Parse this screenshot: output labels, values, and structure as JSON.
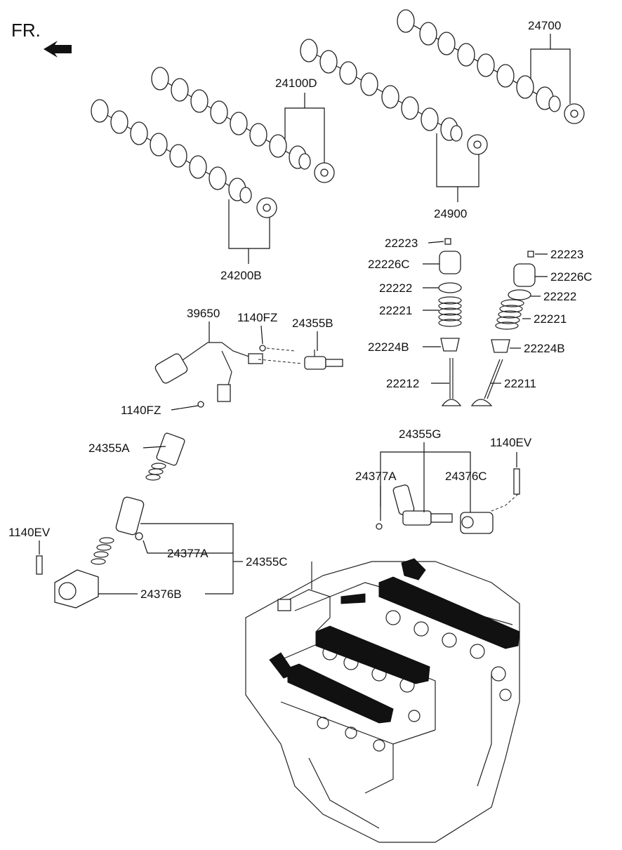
{
  "diagram": {
    "orientation": "FR.",
    "labels": {
      "camshaft_exhaust_rh": "24700",
      "camshaft_intake_lh": "24100D",
      "camshaft_intake_rh": "24900",
      "camshaft_exhaust_lh": "24200B",
      "retainer_lock_r": "22223",
      "retainer_r": "22226C",
      "spring_seat_r": "22222",
      "valve_spring_r": "22221",
      "stem_seal_r": "22224B",
      "exhaust_valve": "22212",
      "retainer_lock_l": "22223",
      "retainer_l": "22226C",
      "spring_seat_l": "22222",
      "valve_spring_l": "22221",
      "stem_seal_l": "22224B",
      "intake_valve": "22211",
      "wiring_harness": "39650",
      "bolt_top": "1140FZ",
      "ocv_b": "24355B",
      "bolt_mid": "1140FZ",
      "ocv_a": "24355A",
      "ocv_g": "24355G",
      "filter_r": "24377A",
      "housing_r": "24376C",
      "bolt_ev_r": "1140EV",
      "bolt_ev_l": "1140EV",
      "filter_l": "24377A",
      "ocv_c": "24355C",
      "housing_l": "24376B"
    }
  }
}
